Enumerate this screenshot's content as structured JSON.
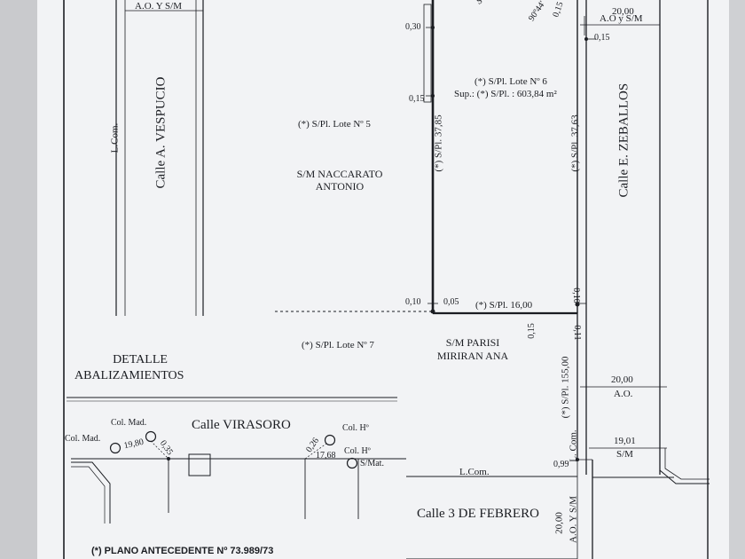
{
  "streets": {
    "vespucio": "Calle A. VESPUCIO",
    "zeballos": "Calle E. ZEBALLOS",
    "virasoro": "Calle VIRASORO",
    "febrero": "Calle 3 DE FEBRERO"
  },
  "labels": {
    "ao_y_sm_top": "A.O. Y S/M",
    "l_com_left": "L.Com.",
    "lote5": "(*) S/Pl. Lote Nº 5",
    "naccarato_1": "S/M NACCARATO",
    "naccarato_2": "ANTONIO",
    "lote6": "(*) S/Pl. Lote Nº 6",
    "sup": "Sup.: (*) S/Pl. : 603,84 m²",
    "side_left": "(*) S/Pl. 37,85",
    "side_right": "(*) S/Pl. 37,63",
    "bottom_side": "(*) S/Pl. 16,00",
    "lote7": "(*) S/Pl. Lote Nº 7",
    "parisi_1": "S/M PARISI",
    "parisi_2": "MIRIRAN ANA",
    "detalle_1": "DETALLE",
    "detalle_2": "ABALIZAMIENTOS",
    "long_side": "(*) S/Pl. 155,00",
    "l_com_v": "L. Com.",
    "l_com_h": "L.Com.",
    "plano": "(*) PLANO ANTECEDENTE Nº 73.989/73",
    "angle": "90º44'",
    "top_cut": "S"
  },
  "measures": {
    "m0_30": "0,30",
    "m0_15a": "0,15",
    "m0_10": "0,10",
    "m0_05": "0,05",
    "m0_15b": "0,15",
    "m0_15c": "0,15",
    "m0_15d": "0,15",
    "m0_10v": "0,10",
    "m0_11": "0,11",
    "m20_top": "20,00",
    "ao_y_sm_right": "A.O y S/M",
    "m20_mid": "20,00",
    "ao_mid": "A.O.",
    "m19_01": "19,01",
    "sm_mid": "S/M",
    "m0_99": "0,99",
    "m20_bottom": "20,00",
    "ao_y_sm_bottom": "A.O. Y S/M"
  },
  "detail": {
    "col_mad_top": "Col. Mad.",
    "col_mad_left": "Col. Mad.",
    "d19_80": "19,80",
    "d0_35": "0,35",
    "d0_26": "0,26",
    "col_h_top": "Col. Hº",
    "col_h_bottom": "Col. Hº",
    "d17_68": "17,68",
    "s_mat": "S/Mat."
  }
}
